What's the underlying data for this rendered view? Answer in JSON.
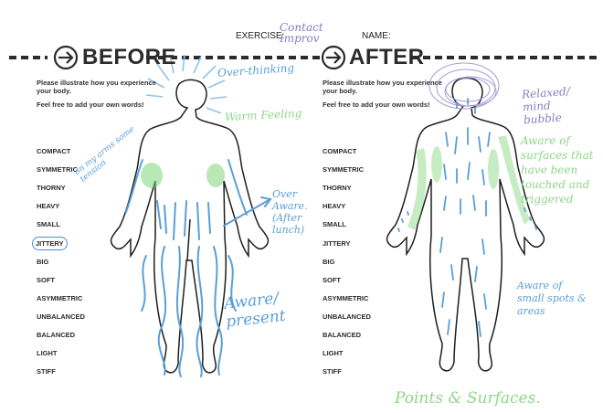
{
  "header": {
    "exercise_label": "EXERCISE:",
    "exercise_value": "Contact Improv",
    "name_label": "NAME:"
  },
  "before": {
    "title": "BEFORE",
    "instructions": "Please illustrate how you experience your body.",
    "free_text": "Feel free to add your own words!",
    "words": [
      "COMPACT",
      "SYMMETRIC",
      "THORNY",
      "HEAVY",
      "SMALL",
      "JITTERY",
      "BIG",
      "SOFT",
      "ASYMMETRIC",
      "UNBALANCED",
      "BALANCED",
      "LIGHT",
      "STIFF"
    ],
    "circled_word": "JITTERY",
    "annotations": {
      "over_thinking": "Over-thinking",
      "warm_feeling": "Warm Feeling",
      "tension": "on my arms some tension",
      "over_aware": "Over Aware. (After lunch)",
      "aware_present": "Aware/ present"
    }
  },
  "after": {
    "title": "AFTER",
    "instructions": "Please illustrate how you experience your body.",
    "free_text": "Feel free to add your own words!",
    "words": [
      "COMPACT",
      "SYMMETRIC",
      "THORNY",
      "HEAVY",
      "SMALL",
      "JITTERY",
      "BIG",
      "SOFT",
      "ASYMMETRIC",
      "UNBALANCED",
      "BALANCED",
      "LIGHT",
      "STIFF"
    ],
    "annotations": {
      "relaxed": "Relaxed/ mind bubble",
      "aware_surfaces": "Aware of surfaces that have been touched and triggered",
      "aware_spots": "Aware of small spots & areas",
      "points_surfaces": "Points & Surfaces."
    }
  },
  "colors": {
    "ink_green": "#8fd68a",
    "ink_blue": "#5a9fd6",
    "ink_violet": "#8a7bc2",
    "print": "#2b2b2b"
  }
}
